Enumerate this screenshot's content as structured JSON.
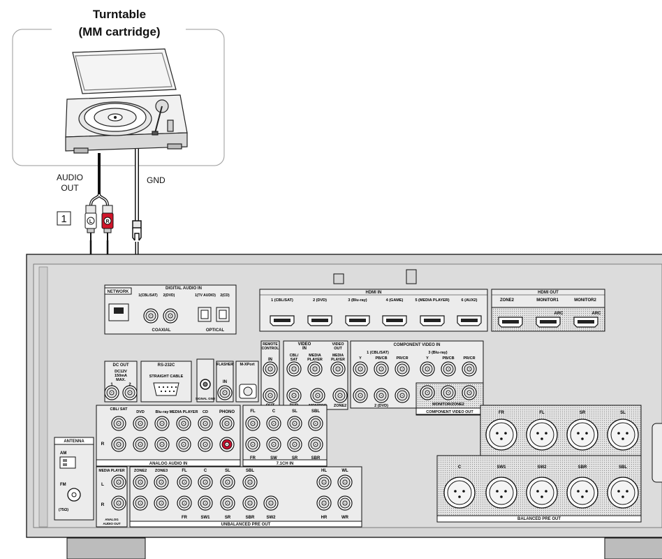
{
  "device": {
    "title_line1": "Turntable",
    "title_line2": "(MM cartridge)",
    "audio_out_line1": "AUDIO",
    "audio_out_line2": "OUT",
    "gnd": "GND",
    "step_number": "1",
    "plug_left": "L",
    "plug_right": "R"
  },
  "receiver": {
    "network": "NETWORK",
    "digital_audio_in": "DIGITAL AUDIO IN",
    "digital_cols": [
      "1(CBL/SAT)",
      "2(DVD)",
      "1(TV AUDIO)",
      "2(CD)"
    ],
    "coaxial": "COAXIAL",
    "optical": "OPTICAL",
    "hdmi_in": "HDMI IN",
    "hdmi_in_ports": [
      "1 (CBL/SAT)",
      "2 (DVD)",
      "3 (Blu-ray)",
      "4 (GAME)",
      "5 (MEDIA PLAYER)",
      "6 (AUX2)"
    ],
    "hdmi_out": "HDMI OUT",
    "hdmi_out_ports": [
      "ZONE2",
      "MONITOR1",
      "MONITOR2"
    ],
    "arc": "ARC",
    "dc_out": "DC OUT",
    "dc_spec": [
      "DC12V",
      "150mA",
      "MAX."
    ],
    "dc_ports": [
      "1",
      "2"
    ],
    "rs232c": "RS-232C",
    "straight_cable": "STRAIGHT CABLE",
    "signal_gnd": "SIGNAL GND",
    "flasher": "FLASHER",
    "flasher_in": "IN",
    "mxport": "M-XPort",
    "remote_control": [
      "REMOTE",
      "CONTROL"
    ],
    "remote_in": "IN",
    "remote_out": "OUT",
    "video_in": [
      "VIDEO",
      "IN"
    ],
    "video_cols": [
      "CBL/",
      "SAT"
    ],
    "video_media": [
      "MEDIA",
      "PLAYER"
    ],
    "video_dvd": "DVD",
    "video_out": [
      "VIDEO",
      "OUT"
    ],
    "video_out_media": [
      "MEDIA",
      "PLAYER"
    ],
    "monitor": "MONITOR",
    "zone2": "ZONE2",
    "component_video_in": "COMPONENT VIDEO IN",
    "comp_group1": "1 (CBL/SAT)",
    "comp_group3": "3 (Blu-ray)",
    "comp_cols": [
      "Y",
      "PB/CB",
      "PR/CR"
    ],
    "comp_group2": "2 (DVD)",
    "monitor_zone2": "MONITOR/ZONE2",
    "component_video_out": "COMPONENT VIDEO OUT",
    "analog_cols": [
      "CBL/ SAT",
      "DVD",
      "Blu-ray",
      "MEDIA PLAYER",
      "CD"
    ],
    "phono": "PHONO",
    "analog_audio_in": "ANALOG AUDIO IN",
    "rows_lr": [
      "L",
      "R"
    ],
    "ch71_top": [
      "FL",
      "C",
      "SL",
      "SBL"
    ],
    "ch71_bottom": [
      "FR",
      "SW",
      "SR",
      "SBR"
    ],
    "ch71_in": "7.1CH IN",
    "antenna": "ANTENNA",
    "am": "AM",
    "fm": "FM",
    "fm_ohm": "(75Ω)",
    "media_player": "MEDIA PLAYER",
    "zone2_out": "ZONE2",
    "zone3_out": "ZONE3",
    "preout_top": [
      "FL",
      "C",
      "SL",
      "SBL",
      "HL",
      "WL"
    ],
    "preout_bottom": [
      "FR",
      "SW1",
      "SR",
      "SBR",
      "SW2",
      "HR",
      "WR"
    ],
    "analog_audio_out": [
      "ANALOG",
      "AUDIO OUT"
    ],
    "unbalanced_pre_out": "UNBALANCED PRE OUT",
    "balanced_top": [
      "FR",
      "FL",
      "SR",
      "SL"
    ],
    "balanced_bottom": [
      "C",
      "SW1",
      "SW2",
      "SBR",
      "SBL"
    ],
    "balanced_pre_out": "BALANCED PRE OUT"
  },
  "colors": {
    "background": "#ffffff",
    "panel": "#d9d9d9",
    "panel_dark": "#bdbdbd",
    "cable": "#111111",
    "cable_light": "#ffffff",
    "plug_red": "#d0152a",
    "jack_red": "#c8102e"
  }
}
